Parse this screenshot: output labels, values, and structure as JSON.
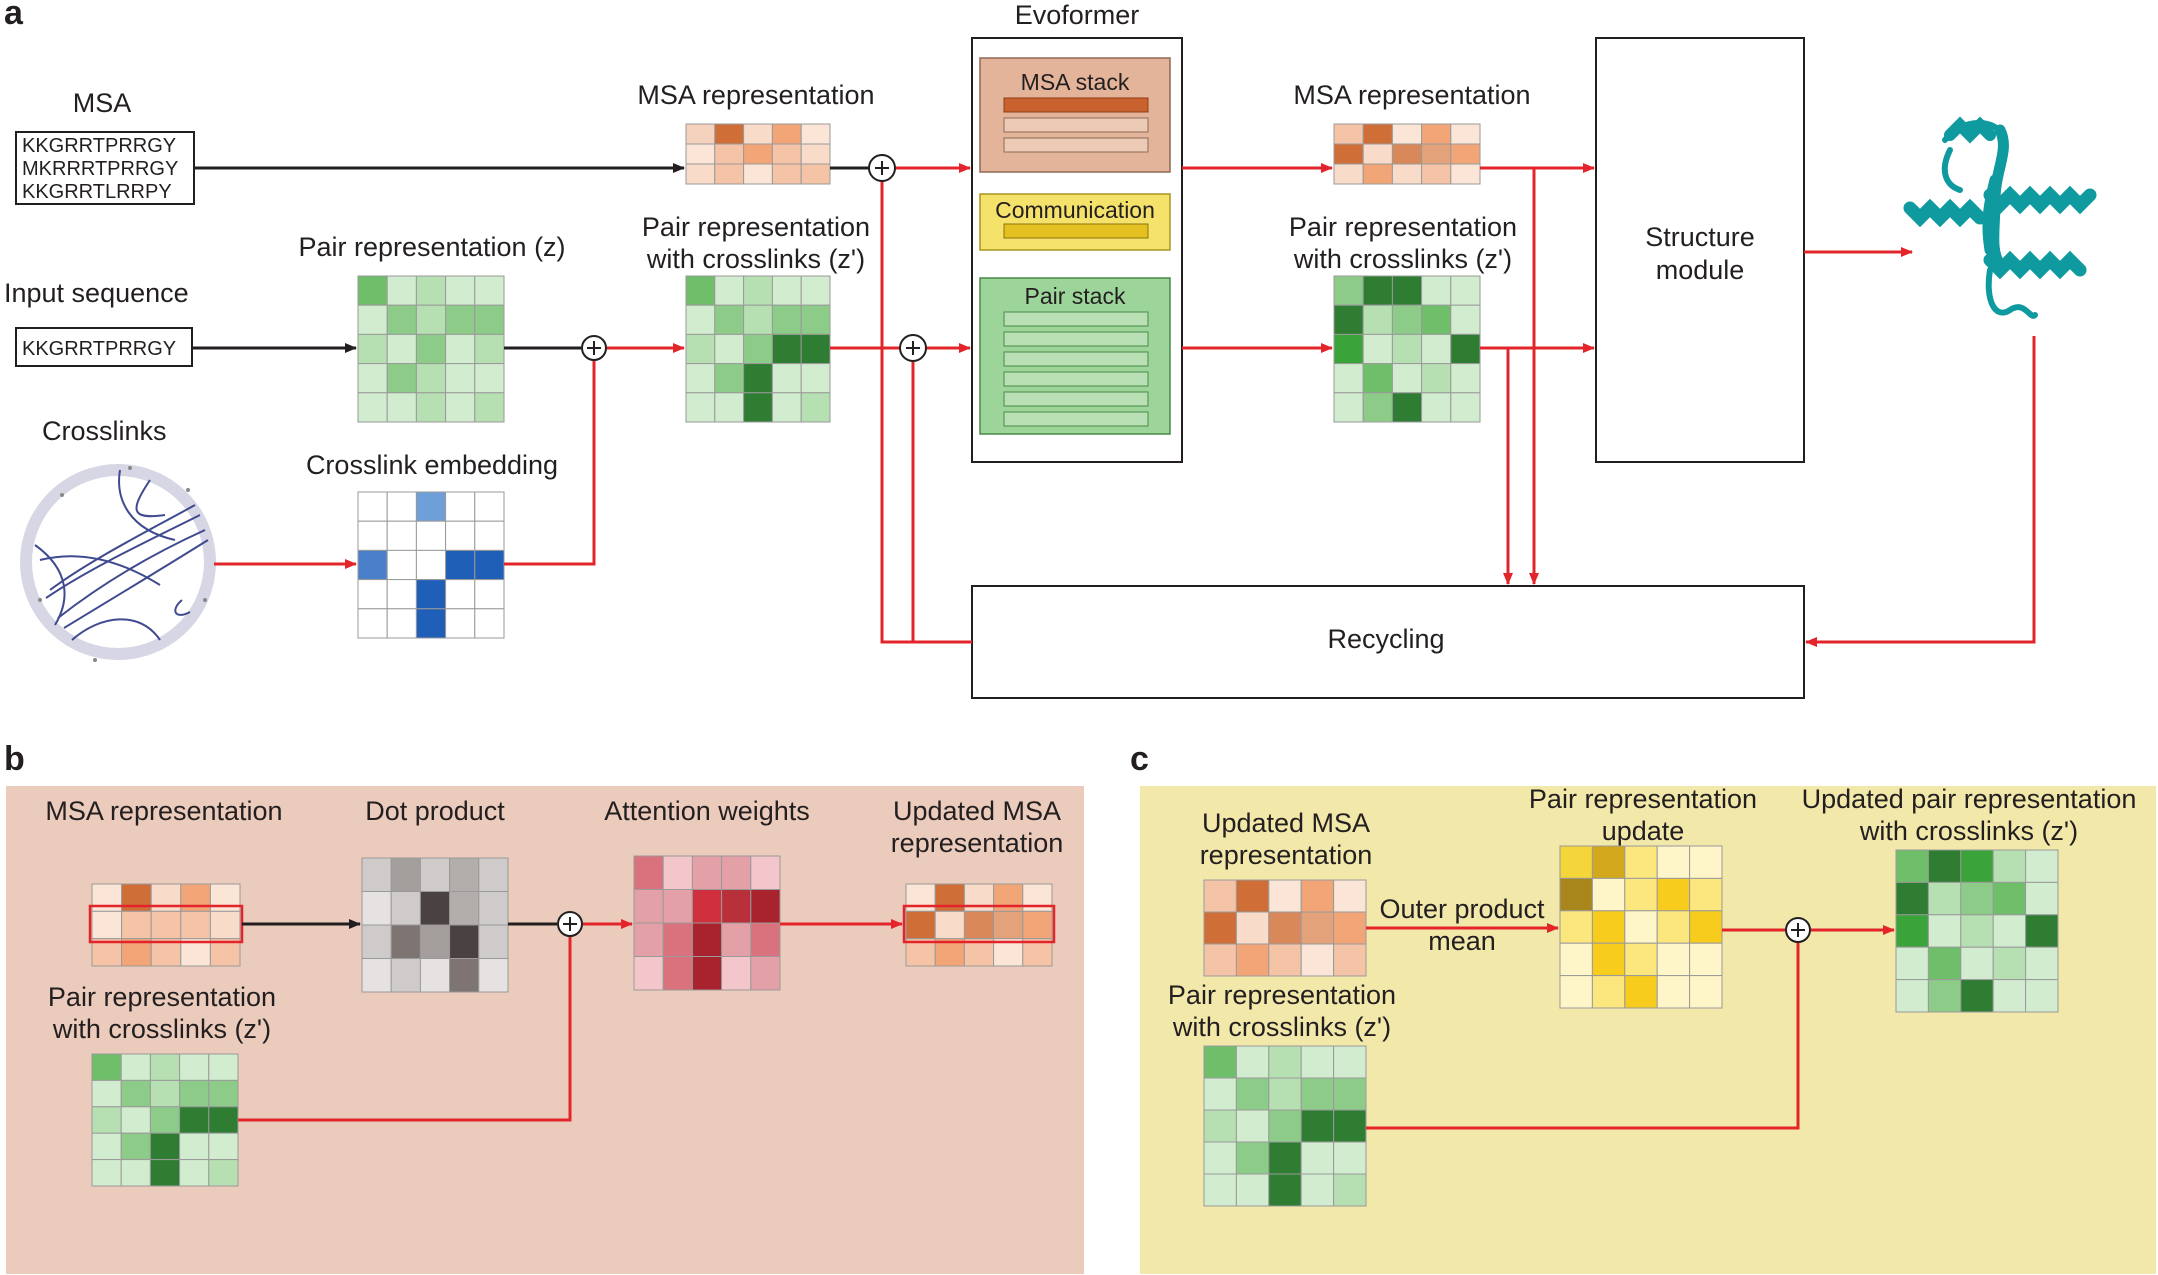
{
  "panels": {
    "a": "a",
    "b": "b",
    "c": "c"
  },
  "panel_a": {
    "msa_title": "MSA",
    "msa_sequences": [
      "KKGRRTPRRGY",
      "MKRRRTPRRGY",
      "KKGRRTLRRPY"
    ],
    "input_sequence_title": "Input sequence",
    "input_sequence": "KKGRRTPRRGY",
    "crosslinks_title": "Crosslinks",
    "pair_rep_title": "Pair representation (z)",
    "crosslink_embedding_title": "Crosslink embedding",
    "msa_rep_title": "MSA representation",
    "pair_rep_xl_title_1": "Pair representation",
    "pair_rep_xl_title_2": "with crosslinks (z')",
    "evoformer_title": "Evoformer",
    "msa_stack": "MSA stack",
    "communication": "Communication",
    "pair_stack": "Pair stack",
    "msa_rep_out_title": "MSA representation",
    "pair_rep_out_title_1": "Pair representation",
    "pair_rep_out_title_2": "with crosslinks (z')",
    "structure_module_1": "Structure",
    "structure_module_2": "module",
    "recycling": "Recycling"
  },
  "panel_b": {
    "msa_rep": "MSA representation",
    "dot_product": "Dot product",
    "attention_weights": "Attention weights",
    "updated_msa_1": "Updated MSA",
    "updated_msa_2": "representation",
    "pair_rep_1": "Pair representation",
    "pair_rep_2": "with crosslinks (z')"
  },
  "panel_c": {
    "updated_msa_1": "Updated MSA",
    "updated_msa_2": "representation",
    "outer_product_1": "Outer product",
    "outer_product_2": "mean",
    "pair_update_1": "Pair representation",
    "pair_update_2": "update",
    "updated_pair_1": "Updated pair representation",
    "updated_pair_2": "with crosslinks (z')",
    "pair_rep_1": "Pair representation",
    "pair_rep_2": "with crosslinks (z')"
  },
  "colors": {
    "arrow_red": "#e3242b",
    "panel_b_bg": "#ebcbbb",
    "panel_c_bg": "#f1e8a9",
    "msa_stack_bg": "#e3b49a",
    "communication_bg": "#f5e26a",
    "pair_stack_bg": "#9cd49a",
    "protein_teal": "#0f9aa0",
    "crosslink_blue": "#3f4a8f"
  },
  "heatmaps": {
    "msa_in": [
      [
        "#f5d2bd",
        "#cf6e36",
        "#f8dbc8",
        "#f2a577",
        "#fbe5d6"
      ],
      [
        "#fbe5d6",
        "#f5c4a6",
        "#f2a577",
        "#f5c4a6",
        "#f8dbc8"
      ],
      [
        "#f8dbc8",
        "#f5c4a6",
        "#fbe5d6",
        "#f5c4a6",
        "#f5c4a6"
      ]
    ],
    "msa_out": [
      [
        "#f5c4a6",
        "#cf6e36",
        "#fbe5d6",
        "#f2a577",
        "#fbe5d6"
      ],
      [
        "#cf6e36",
        "#f8dbc8",
        "#d9885a",
        "#e3a27a",
        "#f2a577"
      ],
      [
        "#f8dbc8",
        "#f2a577",
        "#f8dbc8",
        "#f5c4a6",
        "#fbe5d6"
      ]
    ],
    "pair_z": [
      [
        "#6fbf6a",
        "#d2eccf",
        "#b6dfb2",
        "#d2eccf",
        "#d2eccf"
      ],
      [
        "#d2eccf",
        "#8dcc88",
        "#b6dfb2",
        "#8dcc88",
        "#8dcc88"
      ],
      [
        "#b6dfb2",
        "#d2eccf",
        "#8dcc88",
        "#d2eccf",
        "#b6dfb2"
      ],
      [
        "#d2eccf",
        "#8dcc88",
        "#b6dfb2",
        "#d2eccf",
        "#d2eccf"
      ],
      [
        "#d2eccf",
        "#d2eccf",
        "#b6dfb2",
        "#d2eccf",
        "#b6dfb2"
      ]
    ],
    "pair_zp": [
      [
        "#6fbf6a",
        "#d2eccf",
        "#b6dfb2",
        "#d2eccf",
        "#d2eccf"
      ],
      [
        "#d2eccf",
        "#8dcc88",
        "#b6dfb2",
        "#8dcc88",
        "#8dcc88"
      ],
      [
        "#b6dfb2",
        "#d2eccf",
        "#8dcc88",
        "#2e7d32",
        "#2e7d32"
      ],
      [
        "#d2eccf",
        "#8dcc88",
        "#2e7d32",
        "#d2eccf",
        "#d2eccf"
      ],
      [
        "#d2eccf",
        "#d2eccf",
        "#2e7d32",
        "#d2eccf",
        "#b6dfb2"
      ]
    ],
    "pair_out": [
      [
        "#8dcc88",
        "#2e7d32",
        "#2e7d32",
        "#d2eccf",
        "#d2eccf"
      ],
      [
        "#2e7d32",
        "#b6dfb2",
        "#8dcc88",
        "#6fbf6a",
        "#d2eccf"
      ],
      [
        "#3aa43a",
        "#d2eccf",
        "#b6dfb2",
        "#d2eccf",
        "#2e7d32"
      ],
      [
        "#d2eccf",
        "#6fbf6a",
        "#d2eccf",
        "#b6dfb2",
        "#d2eccf"
      ],
      [
        "#d2eccf",
        "#8dcc88",
        "#2e7d32",
        "#d2eccf",
        "#d2eccf"
      ]
    ],
    "xl_embed": [
      [
        "#ffffff",
        "#ffffff",
        "#6f9fd8",
        "#ffffff",
        "#ffffff"
      ],
      [
        "#ffffff",
        "#ffffff",
        "#ffffff",
        "#ffffff",
        "#ffffff"
      ],
      [
        "#4a7fc9",
        "#ffffff",
        "#ffffff",
        "#1f5fb8",
        "#1f5fb8"
      ],
      [
        "#ffffff",
        "#ffffff",
        "#1f5fb8",
        "#ffffff",
        "#ffffff"
      ],
      [
        "#ffffff",
        "#ffffff",
        "#1f5fb8",
        "#ffffff",
        "#ffffff"
      ]
    ],
    "b_msa": [
      [
        "#fbe5d6",
        "#cf6e36",
        "#f8dbc8",
        "#f2a577",
        "#fbe5d6"
      ],
      [
        "#fbe5d6",
        "#f5c4a6",
        "#f5c4a6",
        "#f5c4a6",
        "#f8dbc8"
      ],
      [
        "#f5c4a6",
        "#f2a577",
        "#f5c4a6",
        "#fbe5d6",
        "#f5c4a6"
      ]
    ],
    "b_dot": [
      [
        "#cfcbca",
        "#a49e9c",
        "#cfcbca",
        "#b3adab",
        "#cfcbca"
      ],
      [
        "#e5e2e1",
        "#cfcbca",
        "#4a4242",
        "#b3adab",
        "#cfcbca"
      ],
      [
        "#cfcbca",
        "#7e7472",
        "#a49e9c",
        "#4a4242",
        "#cfcbca"
      ],
      [
        "#e5e2e1",
        "#cfcbca",
        "#e5e2e1",
        "#7e7472",
        "#e5e2e1"
      ]
    ],
    "b_att": [
      [
        "#d9727c",
        "#f2c6ca",
        "#e3a0a6",
        "#e3a0a6",
        "#f2c6ca"
      ],
      [
        "#e3a0a6",
        "#e3a0a6",
        "#d0303d",
        "#b8303a",
        "#a8232d"
      ],
      [
        "#e3a0a6",
        "#d9727c",
        "#a8232d",
        "#e3a0a6",
        "#d9727c"
      ],
      [
        "#f2c6ca",
        "#d9727c",
        "#a8232d",
        "#f2c6ca",
        "#e3a0a6"
      ]
    ],
    "b_msa_out": [
      [
        "#fbe5d6",
        "#cf6e36",
        "#f8dbc8",
        "#f2a577",
        "#fbe5d6"
      ],
      [
        "#cf6e36",
        "#f8dbc8",
        "#d9885a",
        "#e3a27a",
        "#f2a577"
      ],
      [
        "#f5c4a6",
        "#f2a577",
        "#f5c4a6",
        "#fbe5d6",
        "#f5c4a6"
      ]
    ],
    "b_pair": [
      [
        "#6fbf6a",
        "#d2eccf",
        "#b6dfb2",
        "#d2eccf",
        "#d2eccf"
      ],
      [
        "#d2eccf",
        "#8dcc88",
        "#b6dfb2",
        "#8dcc88",
        "#8dcc88"
      ],
      [
        "#b6dfb2",
        "#d2eccf",
        "#8dcc88",
        "#2e7d32",
        "#2e7d32"
      ],
      [
        "#d2eccf",
        "#8dcc88",
        "#2e7d32",
        "#d2eccf",
        "#d2eccf"
      ],
      [
        "#d2eccf",
        "#d2eccf",
        "#2e7d32",
        "#d2eccf",
        "#b6dfb2"
      ]
    ],
    "c_msa": [
      [
        "#f5c4a6",
        "#cf6e36",
        "#fbe5d6",
        "#f2a577",
        "#fbe5d6"
      ],
      [
        "#cf6e36",
        "#f8dbc8",
        "#d9885a",
        "#e3a27a",
        "#f2a577"
      ],
      [
        "#f5c4a6",
        "#f2a577",
        "#f5c4a6",
        "#fbe5d6",
        "#f5c4a6"
      ]
    ],
    "c_update": [
      [
        "#f5d63a",
        "#d4a81c",
        "#fbe77e",
        "#fef6c8",
        "#fef6c8"
      ],
      [
        "#a8861c",
        "#fef6c8",
        "#fbe77e",
        "#f7cc1c",
        "#fbe77e"
      ],
      [
        "#fbe77e",
        "#f7cc1c",
        "#fef6c8",
        "#fbe77e",
        "#f7cc1c"
      ],
      [
        "#fef6c8",
        "#f7cc1c",
        "#fbe77e",
        "#fef6c8",
        "#fef6c8"
      ],
      [
        "#fef6c8",
        "#fbe77e",
        "#f7cc1c",
        "#fef6c8",
        "#fef6c8"
      ]
    ],
    "c_pair_out": [
      [
        "#6fbf6a",
        "#2e7d32",
        "#3aa43a",
        "#b6dfb2",
        "#d2eccf"
      ],
      [
        "#2e7d32",
        "#b6dfb2",
        "#8dcc88",
        "#6fbf6a",
        "#d2eccf"
      ],
      [
        "#3aa43a",
        "#d2eccf",
        "#b6dfb2",
        "#d2eccf",
        "#2e7d32"
      ],
      [
        "#d2eccf",
        "#6fbf6a",
        "#d2eccf",
        "#b6dfb2",
        "#d2eccf"
      ],
      [
        "#d2eccf",
        "#8dcc88",
        "#2e7d32",
        "#d2eccf",
        "#d2eccf"
      ]
    ],
    "c_pair": [
      [
        "#6fbf6a",
        "#d2eccf",
        "#b6dfb2",
        "#d2eccf",
        "#d2eccf"
      ],
      [
        "#d2eccf",
        "#8dcc88",
        "#b6dfb2",
        "#8dcc88",
        "#8dcc88"
      ],
      [
        "#b6dfb2",
        "#d2eccf",
        "#8dcc88",
        "#2e7d32",
        "#2e7d32"
      ],
      [
        "#d2eccf",
        "#8dcc88",
        "#2e7d32",
        "#d2eccf",
        "#d2eccf"
      ],
      [
        "#d2eccf",
        "#d2eccf",
        "#2e7d32",
        "#d2eccf",
        "#b6dfb2"
      ]
    ]
  }
}
